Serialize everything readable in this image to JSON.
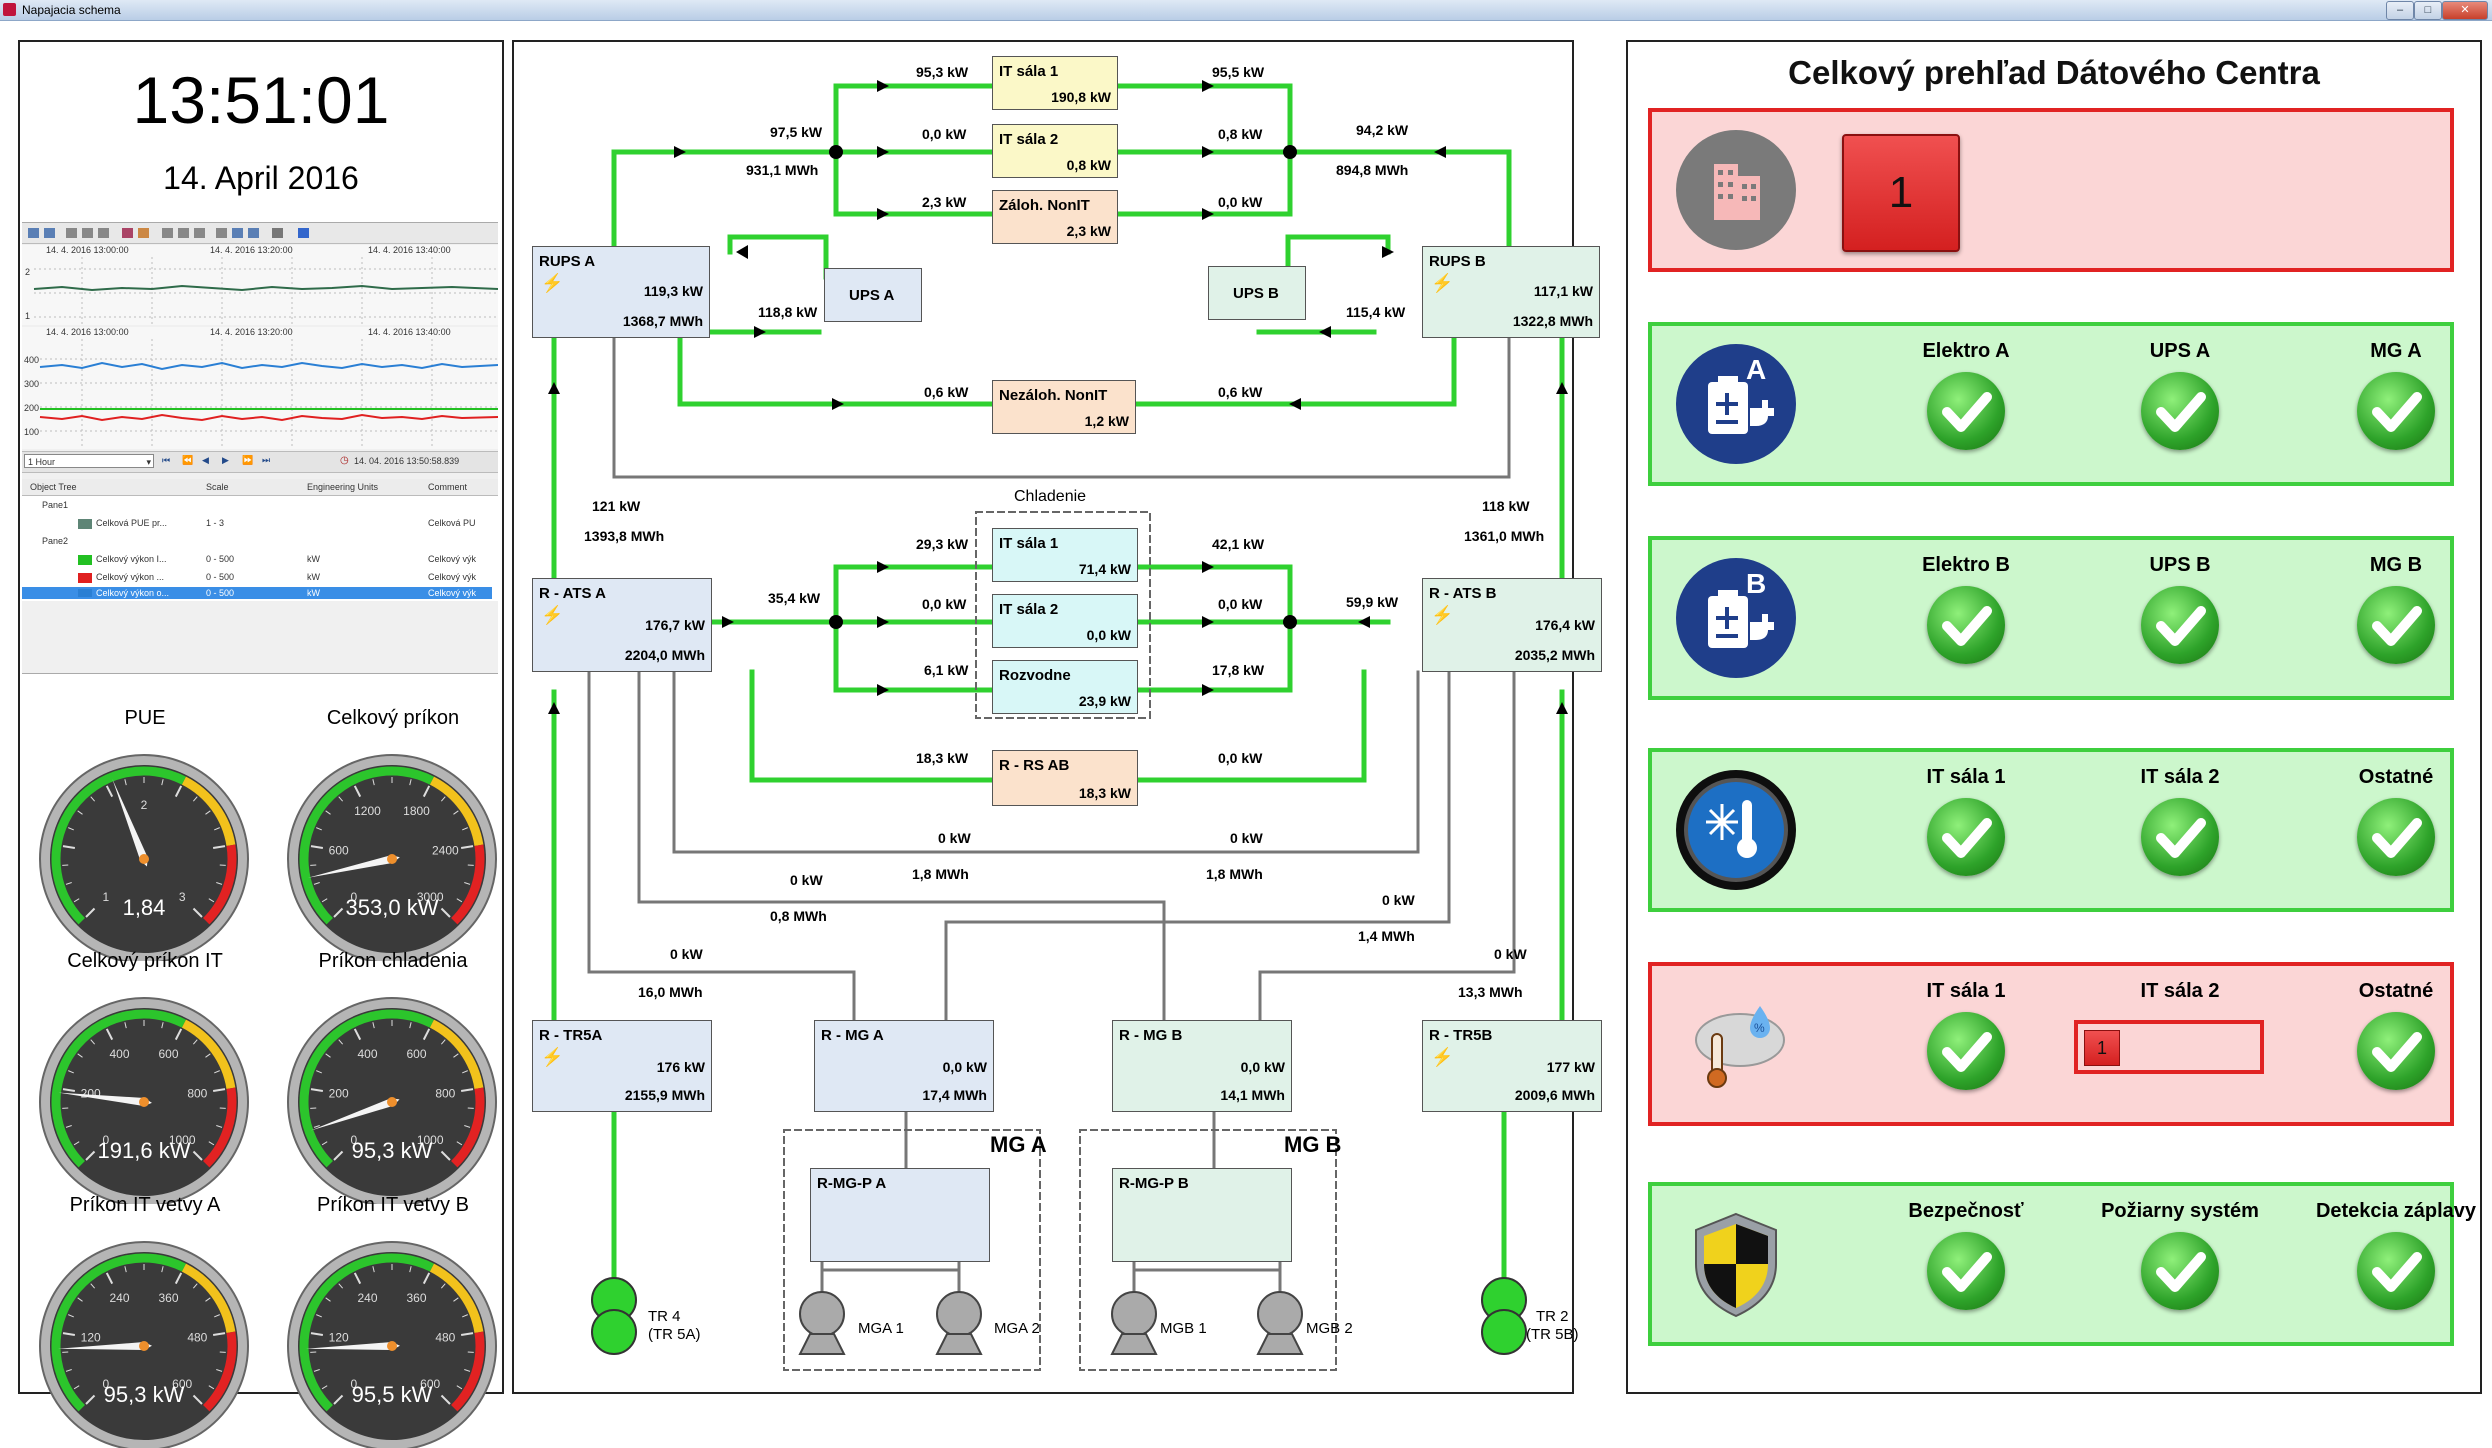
{
  "window": {
    "title": "Napajacia schema"
  },
  "left": {
    "time": "13:51:01",
    "date": "14. April 2016",
    "trend": {
      "timestamps_top": [
        "14. 4. 2016 13:00:00",
        "14. 4. 2016 13:20:00",
        "14. 4. 2016 13:40:00"
      ],
      "timestamps_bottom": [
        "14. 4. 2016 13:00:00",
        "14. 4. 2016 13:20:00",
        "14. 4. 2016 13:40:00"
      ],
      "range_select": "1 Hour",
      "cursor_time": "14. 04. 2016 13:50:58.839",
      "axis_top": [
        "2",
        "1"
      ],
      "axis_bottom": [
        "400",
        "300",
        "200",
        "100"
      ],
      "tree_headers": [
        "Object Tree",
        "Scale",
        "Engineering Units",
        "Comment"
      ],
      "tree_rows": [
        {
          "name": "Pane1",
          "scale": "",
          "units": "",
          "comment": ""
        },
        {
          "name": "Celková PUE pr...",
          "scale": "1 - 3",
          "units": "",
          "comment": "Celková PU"
        },
        {
          "name": "Pane2",
          "scale": "",
          "units": "",
          "comment": ""
        },
        {
          "name": "Celkový výkon I...",
          "scale": "0 - 500",
          "units": "kW",
          "comment": "Celkový výk"
        },
        {
          "name": "Celkový výkon ...",
          "scale": "0 - 500",
          "units": "kW",
          "comment": "Celkový výk"
        },
        {
          "name": "Celkový výkon o...",
          "scale": "0 - 500",
          "units": "kW",
          "comment": "Celkový výk"
        }
      ]
    },
    "gauges": [
      {
        "title": "PUE",
        "value": "1,84",
        "ticks": [
          "1",
          "2",
          "3"
        ]
      },
      {
        "title": "Celkový príkon",
        "value": "353,0 kW",
        "ticks": [
          "0",
          "600",
          "1200",
          "1800",
          "2400",
          "3000"
        ]
      },
      {
        "title": "Celkový príkon IT",
        "value": "191,6 kW",
        "ticks": [
          "0",
          "200",
          "400",
          "600",
          "800",
          "1000"
        ]
      },
      {
        "title": "Príkon chladenia",
        "value": "95,3 kW",
        "ticks": [
          "0",
          "200",
          "400",
          "600",
          "800",
          "1000"
        ]
      },
      {
        "title": "Príkon IT vetvy A",
        "value": "95,3 kW",
        "ticks": [
          "0",
          "120",
          "240",
          "360",
          "480",
          "600"
        ]
      },
      {
        "title": "Príkon IT vetvy B",
        "value": "95,5 kW",
        "ticks": [
          "0",
          "120",
          "240",
          "360",
          "480",
          "600"
        ]
      }
    ]
  },
  "schema": {
    "nodes": {
      "it1_top": {
        "name": "IT sála 1",
        "v1": "190,8 kW"
      },
      "it2_top": {
        "name": "IT sála 2",
        "v1": "0,8 kW"
      },
      "zaloh": {
        "name": "Zálo­h. NonIT",
        "v1": "2,3 kW"
      },
      "rupsa": {
        "name": "RUPS A",
        "v1": "119,3 kW",
        "v2": "1368,7 MWh"
      },
      "rupsb": {
        "name": "RUPS B",
        "v1": "117,1 kW",
        "v2": "1322,8 MWh"
      },
      "upsa": {
        "name": "UPS A"
      },
      "upsb": {
        "name": "UPS B"
      },
      "nezaloh": {
        "name": "Nezáloh. NonIT",
        "v1": "1,2 kW"
      },
      "chladenie": "Chladenie",
      "it1_mid": {
        "name": "IT sála 1",
        "v1": "71,4 kW"
      },
      "it2_mid": {
        "name": "IT sála 2",
        "v1": "0,0 kW"
      },
      "rozvodne": {
        "name": "Rozvodne",
        "v1": "23,9 kW"
      },
      "atsa": {
        "name": "R - ATS A",
        "v1": "176,7 kW",
        "v2": "2204,0 MWh"
      },
      "atsb": {
        "name": "R - ATS B",
        "v1": "176,4 kW",
        "v2": "2035,2 MWh"
      },
      "rsab": {
        "name": "R - RS AB",
        "v1": "18,3 kW"
      },
      "tr5a": {
        "name": "R - TR5A",
        "v1": "176 kW",
        "v2": "2155,9 MWh"
      },
      "mga": {
        "name": "R - MG A",
        "v1": "0,0 kW",
        "v2": "17,4 MWh"
      },
      "mgb": {
        "name": "R - MG B",
        "v1": "0,0 kW",
        "v2": "14,1 MWh"
      },
      "tr5b": {
        "name": "R - TR5B",
        "v1": "177 kW",
        "v2": "2009,6 MWh"
      },
      "mgpa": {
        "name": "R-MG-P A"
      },
      "mgpb": {
        "name": "R-MG-P B"
      },
      "mga_group": "MG A",
      "mgb_group": "MG B",
      "mga1": "MGA 1",
      "mga2": "MGA 2",
      "mgb1": "MGB 1",
      "mgb2": "MGB 2",
      "tr4": "TR 4",
      "tr4b": "(TR 5A)",
      "tr2": "TR 2",
      "tr2b": "(TR 5B)"
    },
    "labels": {
      "l1": "95,3 kW",
      "l2": "95,5 kW",
      "l3": "97,5 kW",
      "l4": "931,1 MWh",
      "l5": "0,0 kW",
      "l6": "0,8 kW",
      "l7": "94,2 kW",
      "l8": "894,8 MWh",
      "l9": "2,3 kW",
      "l10": "0,0 kW",
      "l11": "118,8 kW",
      "l12": "115,4 kW",
      "l13": "0,6 kW",
      "l14": "0,6 kW",
      "l15": "121 kW",
      "l16": "1393,8 MWh",
      "l17": "118 kW",
      "l18": "1361,0 MWh",
      "l19": "29,3 kW",
      "l20": "42,1 kW",
      "l21": "35,4 kW",
      "l22": "0,0 kW",
      "l23": "0,0 kW",
      "l24": "59,9 kW",
      "l25": "6,1 kW",
      "l26": "17,8 kW",
      "l27": "18,3 kW",
      "l28": "0,0 kW",
      "l29": "0 kW",
      "l30": "0 kW",
      "l31": "0 kW",
      "l32": "1,8 MWh",
      "l33": "1,8 MWh",
      "l34": "0,8 MWh",
      "l35": "0 kW",
      "l36": "1,4 MWh",
      "l37": "0 kW",
      "l38": "16,0 MWh",
      "l39": "0 kW",
      "l40": "13,3 MWh"
    }
  },
  "right": {
    "title": "Celkový prehľad Dátového Centra",
    "alarm_count": "1",
    "rows": [
      {
        "labels": [
          "Elektro A",
          "UPS A",
          "MG A"
        ],
        "icon": "battery-a-icon",
        "badge": "A"
      },
      {
        "labels": [
          "Elektro B",
          "UPS B",
          "MG B"
        ],
        "icon": "battery-b-icon",
        "badge": "B"
      },
      {
        "labels": [
          "IT sála 1",
          "IT sála 2",
          "Ostatné"
        ],
        "icon": "temperature-icon"
      },
      {
        "labels": [
          "IT sála 1",
          "IT sála 2",
          "Ostatné"
        ],
        "icon": "humidity-icon",
        "alarm": "1"
      },
      {
        "labels": [
          "Bezpečnosť",
          "Požiarny systém",
          "Detekcia záplavy"
        ],
        "icon": "shield-icon"
      }
    ],
    "colors": {
      "ok_bg": "#ccf7cc",
      "ok_border": "#3ecf3e",
      "alarm_bg": "#fbd6d6",
      "alarm_border": "#e12323"
    }
  }
}
